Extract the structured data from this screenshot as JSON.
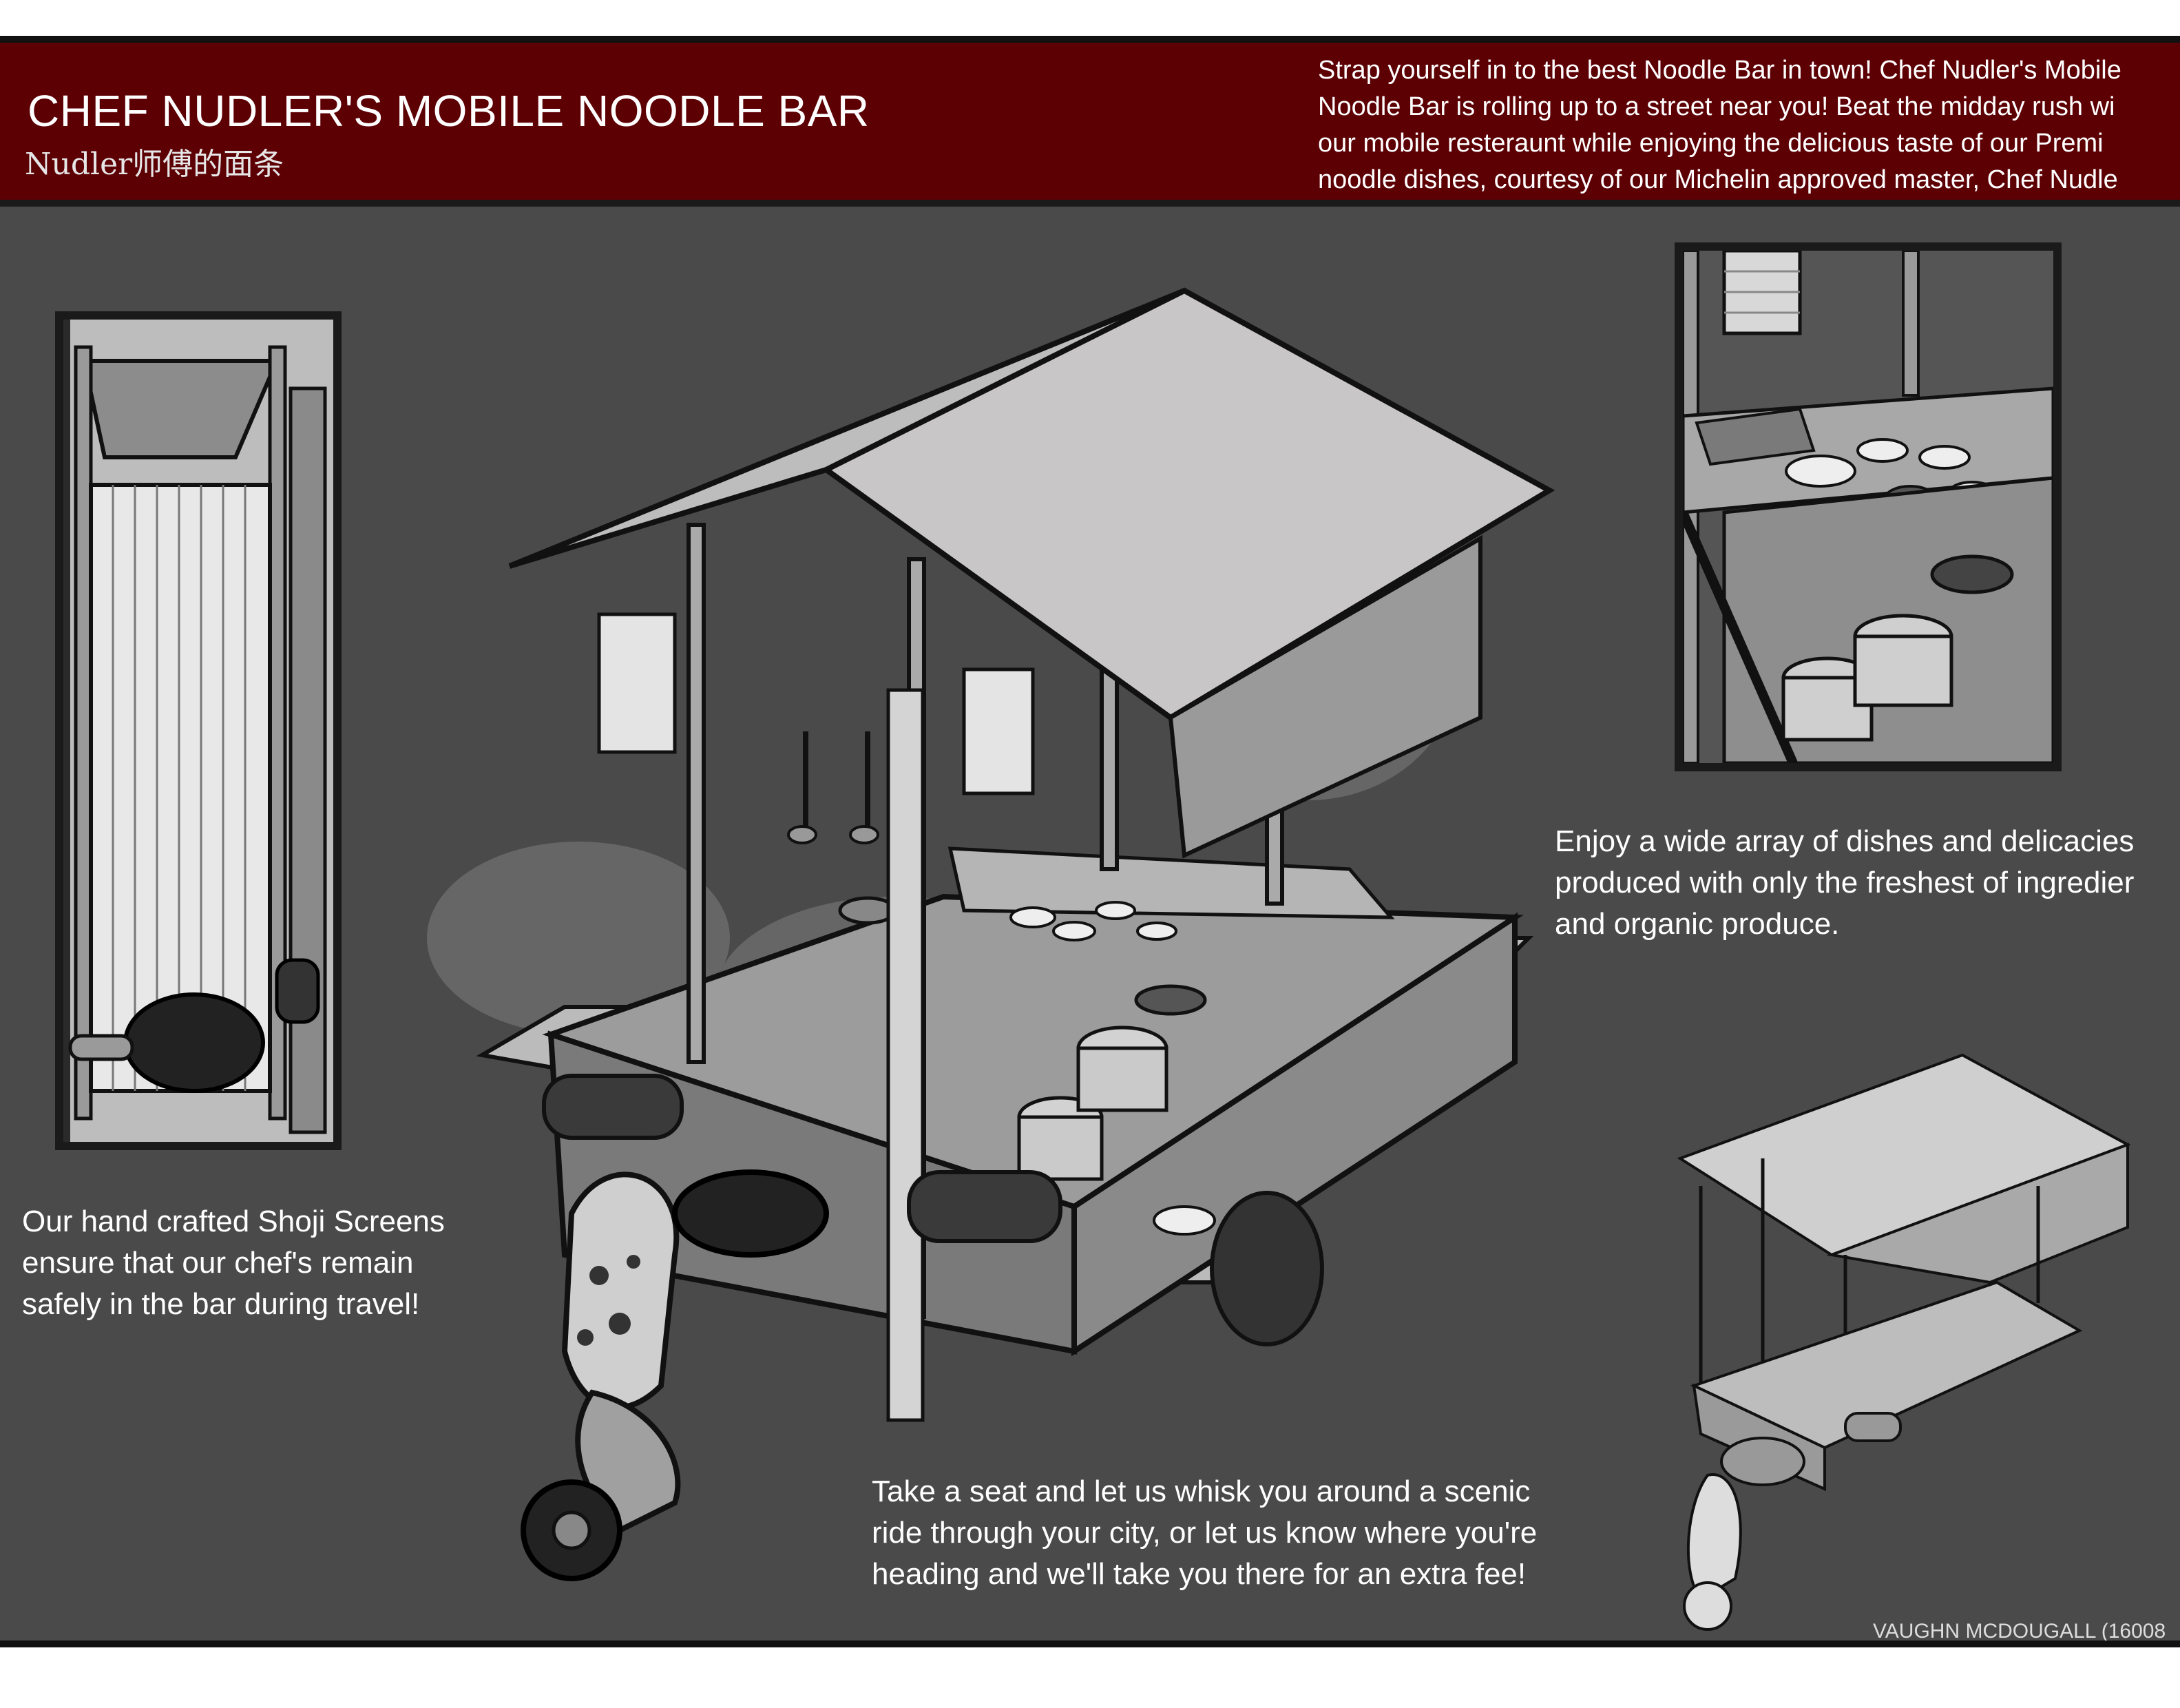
{
  "header": {
    "title": "CHEF NUDLER'S MOBILE NOODLE BAR",
    "subtitle": "Nudler师傅的面条",
    "intro_lines": [
      "Strap yourself in to the best Noodle Bar in town! Chef Nudler's Mobile",
      "Noodle Bar is rolling up to a street near you! Beat the midday rush wi",
      "our mobile resteraunt while enjoying the delicious taste of our Premi",
      "noodle dishes, courtesy of our Michelin approved master, Chef Nudle"
    ]
  },
  "captions": {
    "shoji": [
      "Our hand crafted Shoji Screens",
      "ensure that our chef's remain",
      "safely in the bar during travel!"
    ],
    "dishes": [
      "Enjoy a wide array of dishes and delicacies",
      "produced with only the freshest of ingredier",
      "and organic produce."
    ],
    "ride": [
      "Take a seat and let us whisk you around a scenic",
      "ride through your city, or let us know where you're",
      "heading and we'll take you there for an extra fee!"
    ]
  },
  "credit": "VAUGHN MCDOUGALL (16008",
  "colors": {
    "header": "#5c0004",
    "background": "#4a4a4a",
    "roof": "#c8c6c6",
    "outline": "#1a1a1a"
  }
}
